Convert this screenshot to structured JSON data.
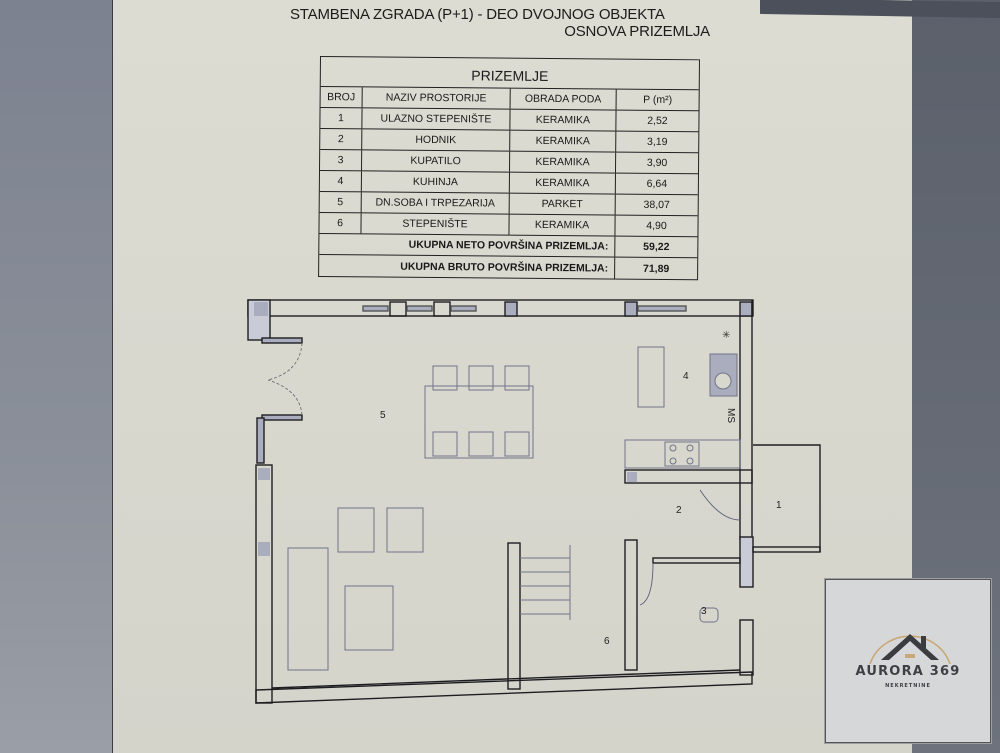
{
  "document": {
    "title_line1": "STAMBENA ZGRADA (P+1) - DEO DVOJNOG OBJEKTA",
    "title_line2": "OSNOVA PRIZEMLJA"
  },
  "table": {
    "title": "PRIZEMLJE",
    "headers": [
      "BROJ",
      "NAZIV PROSTORIJE",
      "OBRADA PODA",
      "P (m²)"
    ],
    "rows": [
      {
        "num": "1",
        "name": "ULAZNO STEPENIŠTE",
        "floor": "KERAMIKA",
        "area": "2,52"
      },
      {
        "num": "2",
        "name": "HODNIK",
        "floor": "KERAMIKA",
        "area": "3,19"
      },
      {
        "num": "3",
        "name": "KUPATILO",
        "floor": "KERAMIKA",
        "area": "3,90"
      },
      {
        "num": "4",
        "name": "KUHINJA",
        "floor": "KERAMIKA",
        "area": "6,64"
      },
      {
        "num": "5",
        "name": "DN.SOBA I TRPEZARIJA",
        "floor": "PARKET",
        "area": "38,07"
      },
      {
        "num": "6",
        "name": "STEPENIŠTE",
        "floor": "KERAMIKA",
        "area": "4,90"
      }
    ],
    "totals": [
      {
        "label": "UKUPNA NETO POVRŠINA PRIZEMLJA:",
        "value": "59,22"
      },
      {
        "label": "UKUPNA BRUTO POVRŠINA PRIZEMLJA:",
        "value": "71,89"
      }
    ]
  },
  "plan": {
    "room_labels": [
      "1",
      "2",
      "3",
      "4",
      "5",
      "6"
    ],
    "appliance_label": "MS",
    "line_color": "#1e1e22",
    "wall_fill": "#a9adbd",
    "furniture_color": "#8a8ea0"
  },
  "watermark": {
    "name": "AURORA 369",
    "subtitle": "NEKRETNINE",
    "arc_color": "#c8a878",
    "roof_color": "#3b3c3f"
  }
}
